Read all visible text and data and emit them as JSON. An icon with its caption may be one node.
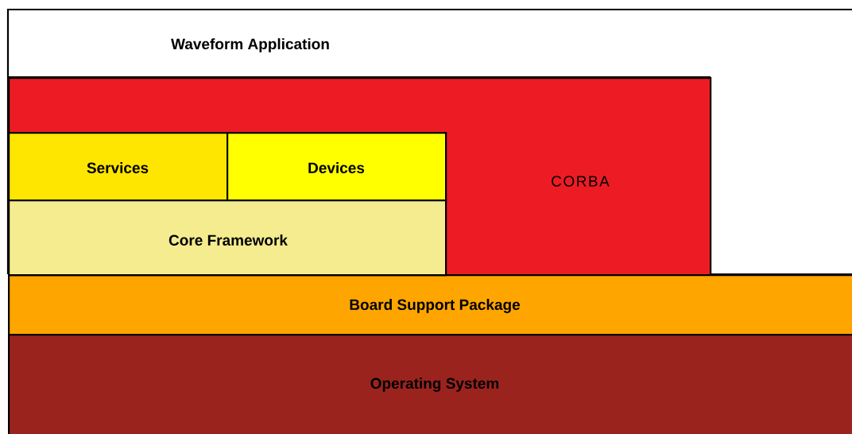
{
  "diagram": {
    "nodes": [
      {
        "text": [
          "Waveform Application"
        ]
      },
      {
        "text": [
          "CORBA"
        ]
      },
      {
        "text": [
          "Services"
        ],
        "in": 1
      },
      {
        "text": [
          "Devices"
        ],
        "in": 1
      },
      {
        "text": [
          "Core Framework"
        ],
        "in": 1
      },
      {
        "text": [
          "Board Support Package"
        ]
      },
      {
        "text": [
          "Operating System"
        ]
      }
    ]
  }
}
